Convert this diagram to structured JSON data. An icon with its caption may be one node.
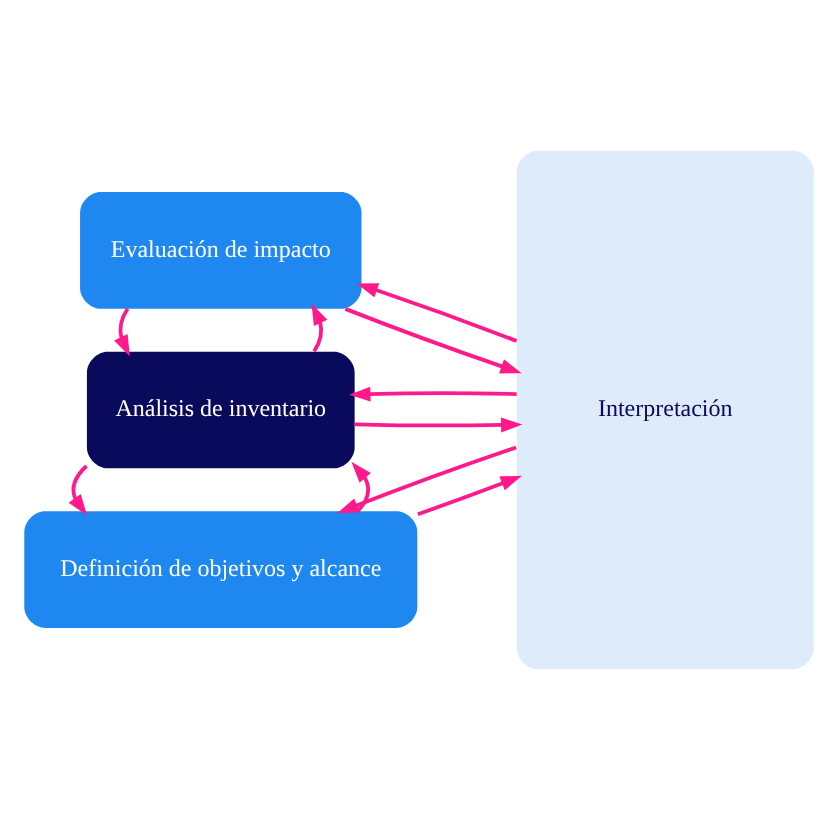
{
  "diagram": {
    "nodes": [
      {
        "text": [
          "Definición de objetivos y alcance"
        ]
      },
      {
        "text": [
          "Análisis de inventario"
        ]
      },
      {
        "text": [
          "Evaluación de impacto"
        ]
      },
      {
        "text": [
          "Interpretación"
        ]
      }
    ],
    "edges": [
      {
        "from": 3,
        "to": 0,
        "arrow": "to"
      },
      {
        "from": 0,
        "to": 3,
        "arrow": "to"
      },
      {
        "from": 0,
        "to": 1,
        "arrow": "to"
      },
      {
        "from": 1,
        "to": 0,
        "arrow": "to"
      },
      {
        "from": 3,
        "to": 1,
        "arrow": "to"
      },
      {
        "from": 1,
        "to": 3,
        "arrow": "to"
      },
      {
        "from": 1,
        "to": 2,
        "arrow": "to"
      },
      {
        "from": 2,
        "to": 1,
        "arrow": "to"
      },
      {
        "from": 3,
        "to": 2,
        "arrow": "to"
      },
      {
        "from": 2,
        "to": 3,
        "arrow": "to"
      }
    ]
  }
}
